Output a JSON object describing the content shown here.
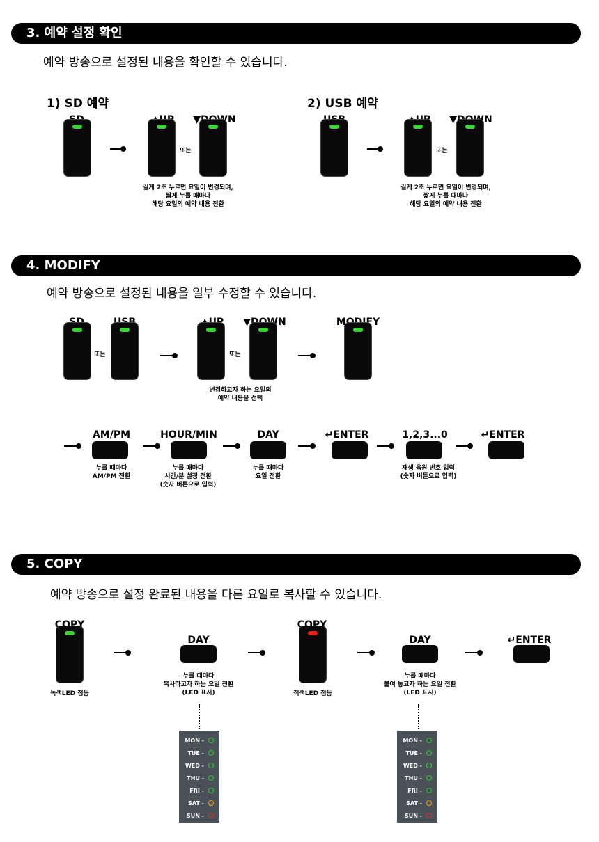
{
  "s3": {
    "header": "3. 예약 설정 확인",
    "desc": "예약 방송으로 설정된 내용을 확인할 수 있습니다.",
    "left": {
      "title": "1) SD 예약",
      "mode_label": "SD",
      "up": "▲UP",
      "down": "▼DOWN",
      "or": "또는",
      "note1": "길게 2초 누르면 요일이 변경되며,",
      "note2": "짧게 누를 때마다",
      "note3": "해당 요일의 예약 내용 전환"
    },
    "right": {
      "title": "2) USB 예약",
      "mode_label": "USB",
      "up": "▲UP",
      "down": "▼DOWN",
      "or": "또는",
      "note1": "길게 2초 누르면 요일이 변경되며,",
      "note2": "짧게 누를 때마다",
      "note3": "해당 요일의 예약 내용 전환"
    }
  },
  "s4": {
    "header": "4. MODIFY",
    "desc": "예약 방송으로 설정된 내용을 일부 수정할 수 있습니다.",
    "sd": "SD",
    "usb": "USB",
    "or1": "또는",
    "up": "▲UP",
    "down": "▼DOWN",
    "or2": "또는",
    "modify": "MODIFY",
    "select_note1": "변경하고자 하는 요일의",
    "select_note2": "예약 내용을 선택",
    "ampm": "AM/PM",
    "ampm_note1": "누를 때마다",
    "ampm_note2": "AM/PM 전환",
    "hourmin": "HOUR/MIN",
    "hm_note1": "누를 때마다",
    "hm_note2": "시간/분 설정 전환",
    "hm_note3": "(숫자 버튼으로 입력)",
    "day": "DAY",
    "day_note1": "누를 때마다",
    "day_note2": "요일 전환",
    "enter1": "↵ENTER",
    "nums": "1,2,3...0",
    "nums_note1": "재생 음원 번호 입력",
    "nums_note2": "(숫자 버튼으로 입력)",
    "enter2": "↵ENTER"
  },
  "s5": {
    "header": "5. COPY",
    "desc": "예약 방송으로 설정 완료된 내용을 다른 요일로 복사할 수 있습니다.",
    "copy1": "COPY",
    "copy1_note": "녹색LED 점등",
    "day1": "DAY",
    "day1_note1": "누를 때마다",
    "day1_note2": "복사하고자 하는 요일 전환",
    "day1_note3": "(LED 표시)",
    "copy2": "COPY",
    "copy2_note": "적색LED 점등",
    "day2": "DAY",
    "day2_note1": "누를 때마다",
    "day2_note2": "붙여 놓고자 하는 요일 전환",
    "day2_note3": "(LED 표시)",
    "enter": "↵ENTER",
    "days": [
      {
        "label": "MON -",
        "color": "#2fcc2f"
      },
      {
        "label": "TUE -",
        "color": "#2fcc2f"
      },
      {
        "label": "WED -",
        "color": "#2fcc2f"
      },
      {
        "label": "THU -",
        "color": "#2fcc2f"
      },
      {
        "label": "FRI -",
        "color": "#2fcc2f"
      },
      {
        "label": "SAT -",
        "color": "#f39c20"
      },
      {
        "label": "SUN -",
        "color": "#e83020"
      }
    ]
  }
}
